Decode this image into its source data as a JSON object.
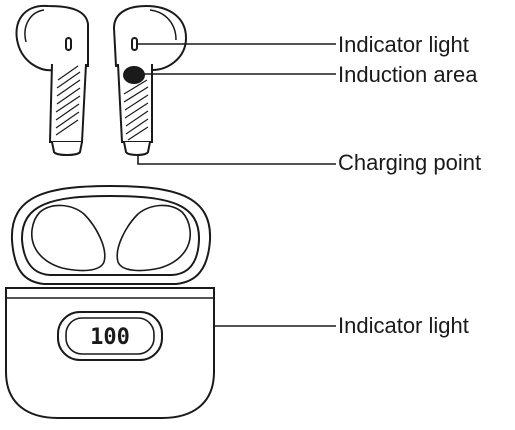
{
  "labels": {
    "indicator_light_top": "Indicator light",
    "induction_area": "Induction area",
    "charging_point": "Charging point",
    "indicator_light_case": "Indicator light"
  },
  "case_display": {
    "value": "100"
  },
  "colors": {
    "stroke": "#1a1a1a",
    "background": "#ffffff"
  }
}
